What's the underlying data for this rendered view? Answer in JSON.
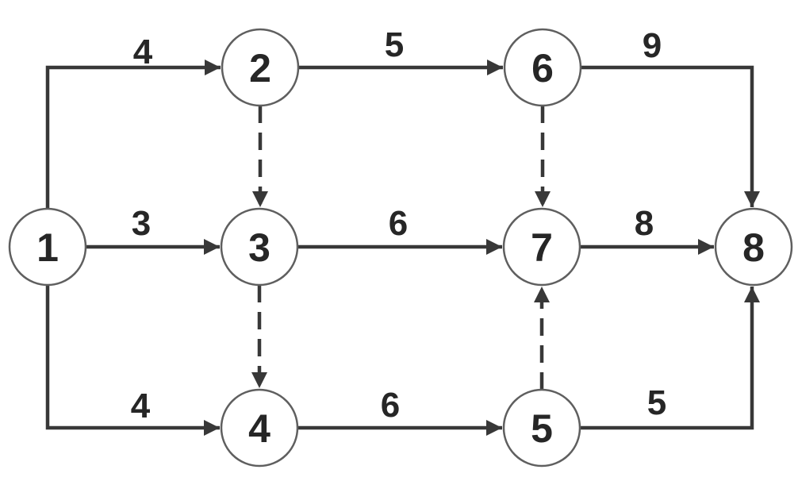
{
  "diagram": {
    "type": "directed-network",
    "colors": {
      "background": "#ffffff",
      "edge": "#383838",
      "node_fill": "#ffffff",
      "node_stroke": "#5f5f5f",
      "text": "#262626"
    },
    "nodes": [
      {
        "id": "1",
        "label": "1"
      },
      {
        "id": "2",
        "label": "2"
      },
      {
        "id": "3",
        "label": "3"
      },
      {
        "id": "4",
        "label": "4"
      },
      {
        "id": "5",
        "label": "5"
      },
      {
        "id": "6",
        "label": "6"
      },
      {
        "id": "7",
        "label": "7"
      },
      {
        "id": "8",
        "label": "8"
      }
    ],
    "edges": [
      {
        "from": "1",
        "to": "2",
        "weight": "4",
        "style": "solid"
      },
      {
        "from": "2",
        "to": "6",
        "weight": "5",
        "style": "solid"
      },
      {
        "from": "6",
        "to": "8",
        "weight": "9",
        "style": "solid"
      },
      {
        "from": "1",
        "to": "3",
        "weight": "3",
        "style": "solid"
      },
      {
        "from": "3",
        "to": "7",
        "weight": "6",
        "style": "solid"
      },
      {
        "from": "7",
        "to": "8",
        "weight": "8",
        "style": "solid"
      },
      {
        "from": "1",
        "to": "4",
        "weight": "4",
        "style": "solid"
      },
      {
        "from": "4",
        "to": "5",
        "weight": "6",
        "style": "solid"
      },
      {
        "from": "5",
        "to": "8",
        "weight": "5",
        "style": "solid"
      },
      {
        "from": "2",
        "to": "3",
        "weight": "",
        "style": "dashed"
      },
      {
        "from": "6",
        "to": "7",
        "weight": "",
        "style": "dashed"
      },
      {
        "from": "3",
        "to": "4",
        "weight": "",
        "style": "dashed"
      },
      {
        "from": "5",
        "to": "7",
        "weight": "",
        "style": "dashed"
      }
    ]
  }
}
